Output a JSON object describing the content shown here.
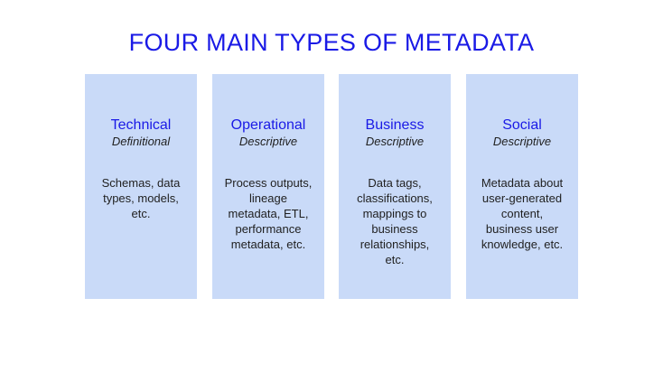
{
  "title": "FOUR MAIN TYPES OF METADATA",
  "colors": {
    "title": "#1a1ae6",
    "card_background": "#c9daf8",
    "heading": "#1a1ae6",
    "text": "#1f1f1f"
  },
  "cards": [
    {
      "heading": "Technical",
      "subheading": "Definitional",
      "body": "Schemas, data\ntypes, models,\netc."
    },
    {
      "heading": "Operational",
      "subheading": "Descriptive",
      "body": "Process outputs,\nlineage\nmetadata, ETL,\nperformance\nmetadata, etc."
    },
    {
      "heading": "Business",
      "subheading": "Descriptive",
      "body": "Data tags,\nclassifications,\nmappings to\nbusiness\nrelationships,\netc."
    },
    {
      "heading": "Social",
      "subheading": "Descriptive",
      "body": "Metadata about\nuser-generated\ncontent,\nbusiness user\nknowledge, etc."
    }
  ]
}
